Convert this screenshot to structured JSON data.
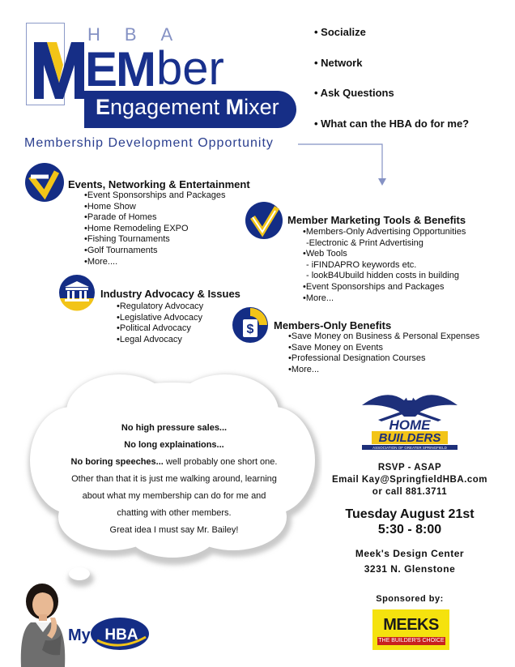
{
  "logo": {
    "hba": "HBA",
    "em": "EM",
    "ber": "ber",
    "engagement_prefix": "E",
    "engagement_rest": "ngagement ",
    "mixer_prefix": "M",
    "mixer_rest": "ixer"
  },
  "subtitle": "Membership Development Opportunity",
  "right_bullets": [
    "• Socialize",
    "• Network",
    "• Ask Questions",
    "• What can the HBA do for me?"
  ],
  "sections": {
    "events": {
      "title": "Events, Networking & Entertainment",
      "items": [
        "•Event Sponsorships and Packages",
        "•Home Show",
        "•Parade of Homes",
        "•Home Remodeling EXPO",
        "•Fishing Tournaments",
        "•Golf Tournaments",
        "•More...."
      ]
    },
    "marketing": {
      "title": "Member Marketing Tools & Benefits",
      "items": [
        "•Members-Only Advertising Opportunities",
        " -Electronic & Print Advertising",
        "•Web Tools",
        " - iFINDAPRO keywords etc.",
        " - lookB4Ubuild hidden costs in building",
        "•Event Sponsorships and Packages",
        "•More..."
      ]
    },
    "advocacy": {
      "title": "Industry Advocacy & Issues",
      "items": [
        "•Regulatory Advocacy",
        "•Legislative Advocacy",
        "•Political Advocacy",
        "•Legal Advocacy"
      ]
    },
    "benefits": {
      "title": "Members-Only Benefits",
      "items": [
        "•Save Money on Business & Personal Expenses",
        "•Save Money on Events",
        "•Professional Designation Courses",
        "•More..."
      ]
    }
  },
  "cloud": {
    "line1": "No high pressure sales...",
    "line2": "No long explainations...",
    "line3_bold": "No boring speeches...",
    "line3_rest": " well probably one short one.",
    "line4": "Other than that it is just me walking around, learning",
    "line5": "about what my membership can do for me and",
    "line6": "chatting with other members.",
    "line7": "Great idea I must say Mr. Bailey!"
  },
  "home_builders": {
    "home": "HOME",
    "builders": "BUILDERS",
    "assoc": "ASSOCIATION OF GREATER SPRINGFIELD"
  },
  "contact": {
    "rsvp": "RSVP - ASAP",
    "email": "Email Kay@SpringfieldHBA.com",
    "call": "or call 881.3711"
  },
  "event": {
    "date": "Tuesday August 21st",
    "time": "5:30 - 8:00",
    "venue": "Meek's Design Center",
    "address": "3231 N. Glenstone"
  },
  "sponsor": {
    "label": "Sponsored by:",
    "name": "MEEKS",
    "tagline": "THE BUILDER'S CHOICE"
  },
  "myhba": {
    "my": "My",
    "hba": "HBA"
  },
  "colors": {
    "navy": "#142d85",
    "yellow": "#f2c418",
    "light_blue": "#8592c4"
  }
}
